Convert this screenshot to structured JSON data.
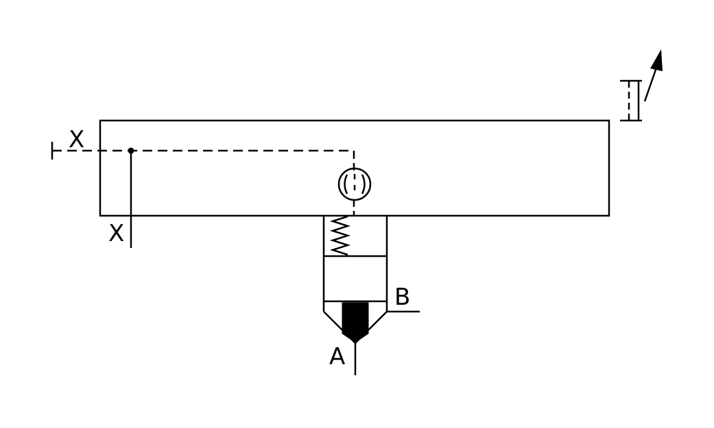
{
  "diagram": {
    "labels": {
      "port_x_pilot": "X",
      "port_x_bottom": "X",
      "port_a": "A",
      "port_b": "B"
    },
    "colors": {
      "stroke": "#000000",
      "background": "#ffffff"
    }
  }
}
